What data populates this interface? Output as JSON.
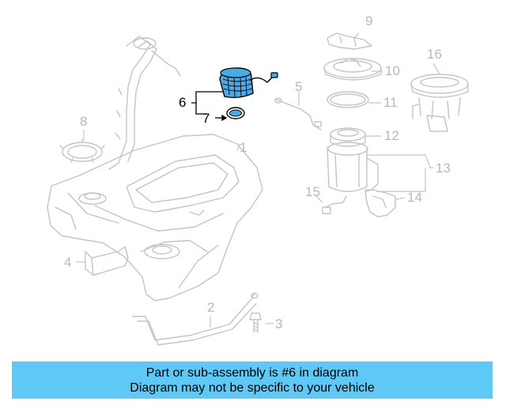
{
  "callouts": {
    "c1": "1",
    "c2": "2",
    "c3": "3",
    "c4": "4",
    "c5": "5",
    "c6": "6",
    "c7": "7",
    "c8": "8",
    "c9": "9",
    "c10": "10",
    "c11": "11",
    "c12": "12",
    "c13": "13",
    "c14": "14",
    "c15": "15",
    "c16": "16"
  },
  "highlighted_part": "6",
  "banner": {
    "line1": "Part or sub-assembly is #6 in diagram",
    "line2": "Diagram may not be specific to your vehicle"
  },
  "colors": {
    "highlight_fill": "#4aa9e6",
    "banner_bg": "#5ec8f6",
    "ghost_line": "#c4c4c4"
  }
}
